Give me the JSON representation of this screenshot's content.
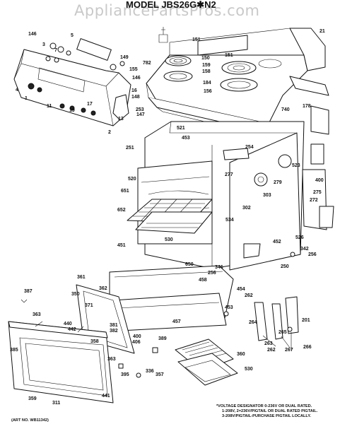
{
  "watermark": "AppliancePartsPros.com",
  "title": "MODEL JBS26G✱N2",
  "art_no": "(ART NO. WB11342)",
  "voltage_note": [
    "*VOLTAGE DESIGNATOR 0-236V OR DUAL RATED.",
    "1-208V, 2=236V/PIGTAIL OR DUAL RATED PIGTAIL.",
    "3-208V/PIGTAIL-PURCHASE PIGTAIL LOCALLY."
  ],
  "callouts": [
    "146",
    "5",
    "151",
    "21",
    "149",
    "150",
    "151",
    "159",
    "158",
    "782",
    "155",
    "184",
    "156",
    "16",
    "148",
    "147",
    "253",
    "740",
    "178",
    "521",
    "453",
    "254",
    "251",
    "520",
    "651",
    "652",
    "277",
    "530",
    "534",
    "523",
    "303",
    "279",
    "400",
    "302",
    "275",
    "272",
    "451",
    "526",
    "452",
    "650",
    "346",
    "256",
    "342",
    "256",
    "250",
    "361",
    "362",
    "458",
    "454",
    "453",
    "350",
    "371",
    "457",
    "262",
    "264",
    "387",
    "363",
    "440",
    "442",
    "381",
    "382",
    "400",
    "406",
    "201",
    "263",
    "262",
    "385",
    "358",
    "359",
    "363",
    "395",
    "336",
    "357",
    "265",
    "267",
    "266",
    "311",
    "441",
    "389",
    "360",
    "530",
    "4",
    "11",
    "3",
    "1",
    "2",
    "13",
    "146",
    "7",
    "19",
    "17"
  ]
}
